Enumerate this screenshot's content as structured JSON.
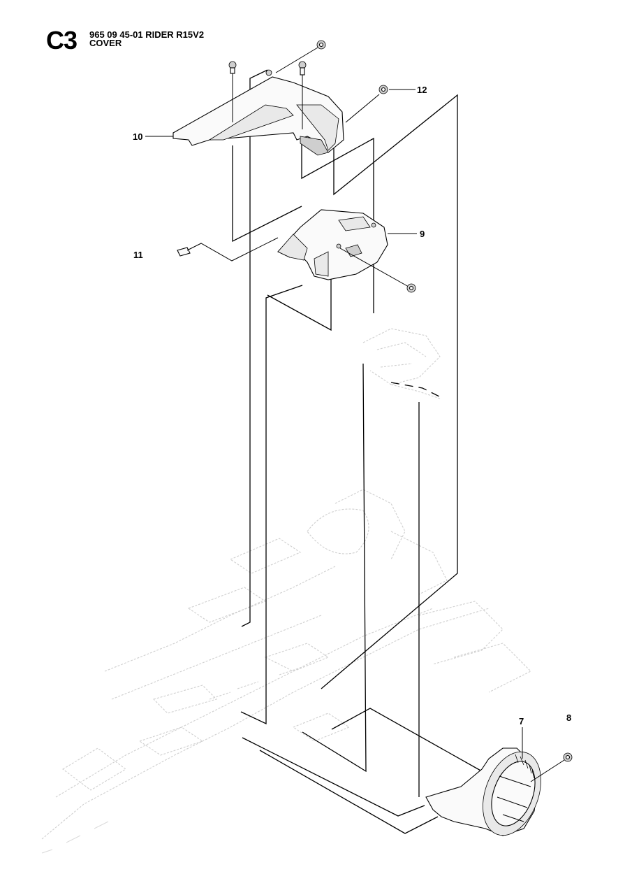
{
  "header": {
    "section_code": "C3",
    "part_number": "965 09 45-01 RIDER R15V2",
    "section_title": "COVER"
  },
  "callouts": [
    {
      "id": "callout-12",
      "label": "12"
    },
    {
      "id": "callout-10",
      "label": "10"
    },
    {
      "id": "callout-9",
      "label": "9"
    },
    {
      "id": "callout-11",
      "label": "11"
    },
    {
      "id": "callout-7",
      "label": "7"
    },
    {
      "id": "callout-8",
      "label": "8"
    }
  ]
}
